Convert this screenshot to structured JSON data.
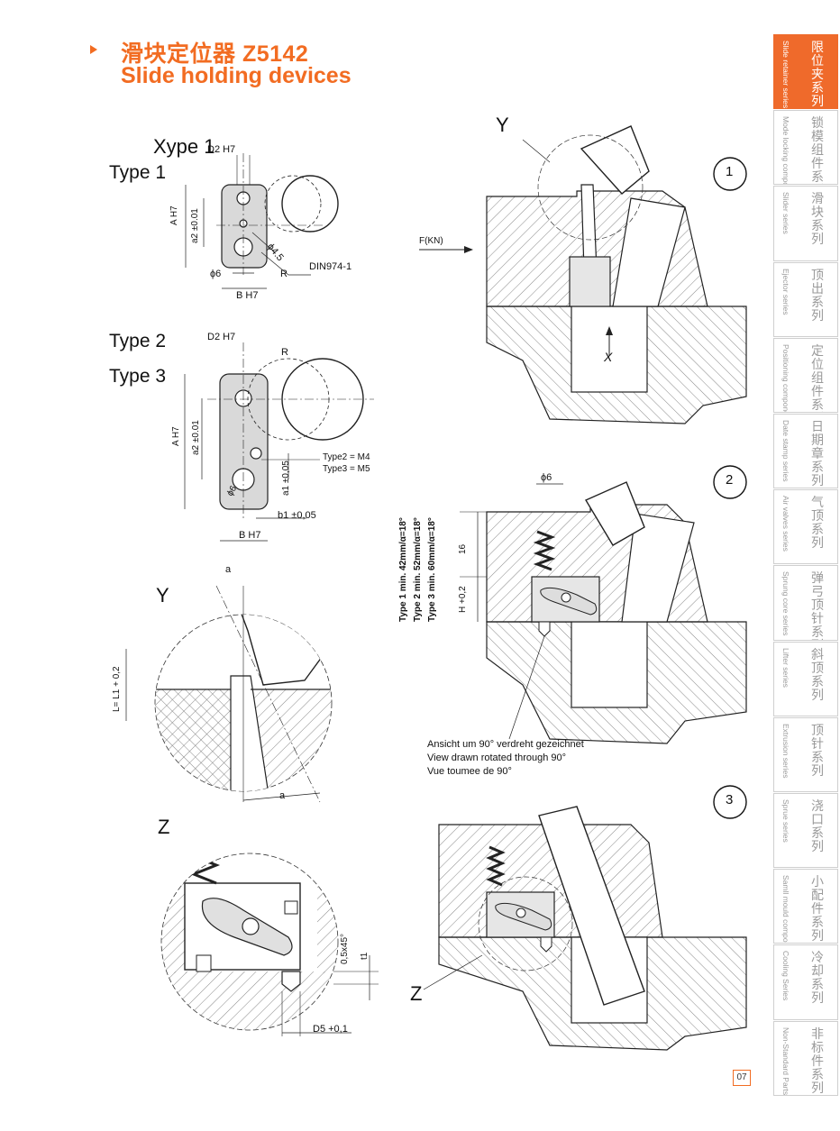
{
  "header": {
    "title_cn": "滑块定位器  Z5142",
    "title_en": "Slide holding devices"
  },
  "colors": {
    "accent": "#f26c22",
    "tab_active": "#ef6a2b",
    "tab_text": "#9a9a9a",
    "hatch": "#777777"
  },
  "labels": {
    "xtype1": "Xype 1",
    "type1": "Type 1",
    "type2": "Type 2",
    "type3": "Type 3",
    "d2h7_1": "D2 H7",
    "d2h7_2": "D2 H7",
    "ah7_1": "A H7",
    "a2_1": "a2 ±0.01",
    "phi45": "ϕ4.5",
    "din": "DIN974-1",
    "r1": "R",
    "phi6_1": "ϕ6",
    "bh7_1": "B H7",
    "r2": "R",
    "ah7_2": "A H7",
    "a2_2": "a2 ±0.01",
    "phi6_2": "ϕ6",
    "a1": "a1 ±0,05",
    "b1": "b1 ±0,05",
    "bh7_2": "B H7",
    "type2m": "Type2 = M4",
    "type3m": "Type3 = M5",
    "y1": "Y",
    "a_top": "a",
    "a_bot": "a",
    "l_eq": "L= L1 + 0,2",
    "z1": "Z",
    "c05": "0,5x45°",
    "t1": "t1",
    "d5": "D5 +0,1",
    "y2": "Y",
    "fkn": "F(KN)",
    "x2": "X",
    "n1": "1",
    "n2": "2",
    "n3": "3",
    "phi6_3": "ϕ6",
    "sixteen": "16",
    "hplus": "H +0,2",
    "typemin1": "Type 1 min. 42mm/α=18°",
    "typemin2": "Type 2 min. 52mm/α=18°",
    "typemin3": "Type 3 min. 60mm/α=18°",
    "view_de": "Ansicht um 90° verdreht gezeichnet",
    "view_en": "View drawn rotated through 90°",
    "view_fr": "Vue toumee de 90°",
    "z2": "Z"
  },
  "sidebar": {
    "items": [
      {
        "cn": "限位夹系列",
        "en": "Slide retainer series",
        "active": true
      },
      {
        "cn": "锁模组件系列",
        "en": "Mode locking component series",
        "active": false
      },
      {
        "cn": "滑块系列",
        "en": "Slider series",
        "active": false
      },
      {
        "cn": "顶出系列",
        "en": "Ejector series",
        "active": false
      },
      {
        "cn": "定位组件系列",
        "en": "Positioning components series",
        "active": false
      },
      {
        "cn": "日期章系列",
        "en": "Date stamp series",
        "active": false
      },
      {
        "cn": "气顶系列",
        "en": "Air valves series",
        "active": false
      },
      {
        "cn": "弹弓顶针系列",
        "en": "Sprung core series",
        "active": false
      },
      {
        "cn": "斜顶系列",
        "en": "Lifter series",
        "active": false
      },
      {
        "cn": "顶针系列",
        "en": "Extrusion series",
        "active": false
      },
      {
        "cn": "浇口系列",
        "en": "Sprue series",
        "active": false
      },
      {
        "cn": "小配件系列",
        "en": "Samll mould components series",
        "active": false
      },
      {
        "cn": "冷却系列",
        "en": "Cooling Series",
        "active": false
      },
      {
        "cn": "非标件系列",
        "en": "Non-Standard Parts Series",
        "active": false
      }
    ]
  },
  "page_number": "07"
}
